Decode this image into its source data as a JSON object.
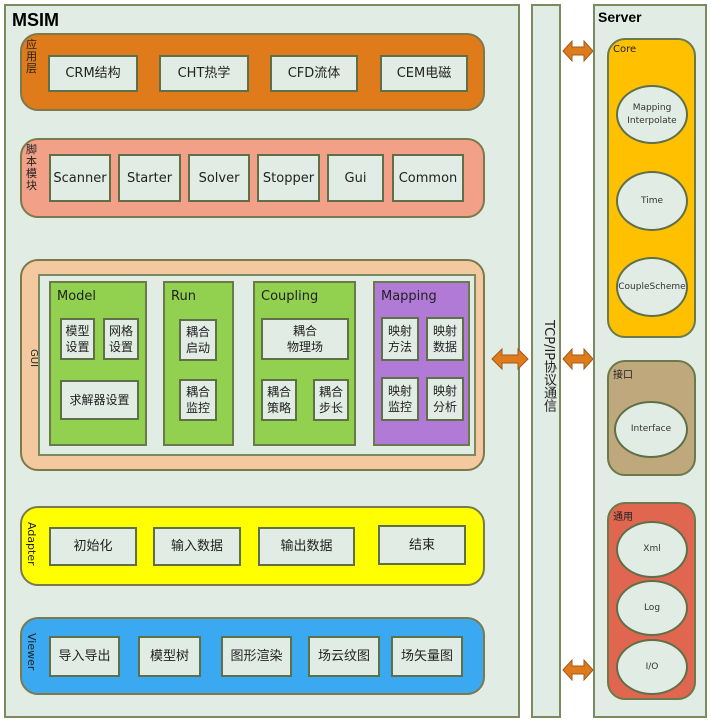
{
  "msim": {
    "title": "MSIM",
    "app_layer": {
      "label": "应用层",
      "items": [
        "CRM结构",
        "CHT热学",
        "CFD流体",
        "CEM电磁"
      ]
    },
    "script_layer": {
      "label": "脚本模块",
      "items": [
        "Scanner",
        "Starter",
        "Solver",
        "Stopper",
        "Gui",
        "Common"
      ]
    },
    "gui_layer": {
      "label": "GUI",
      "model": {
        "title": "Model",
        "items": [
          "模型\n设置",
          "网格\n设置",
          "求解器设置"
        ]
      },
      "run": {
        "title": "Run",
        "items": [
          "耦合\n启动",
          "耦合\n监控"
        ]
      },
      "coupling": {
        "title": "Coupling",
        "items": [
          "耦合\n物理场",
          "耦合\n策略",
          "耦合\n步长"
        ]
      },
      "mapping": {
        "title": "Mapping",
        "items": [
          "映射\n方法",
          "映射\n数据",
          "映射\n监控",
          "映射\n分析"
        ]
      }
    },
    "adapter_layer": {
      "label": "Adapter",
      "items": [
        "初始化",
        "输入数据",
        "输出数据",
        "结束"
      ]
    },
    "viewer_layer": {
      "label": "Viewer",
      "items": [
        "导入导出",
        "模型树",
        "图形渲染",
        "场云纹图",
        "场矢量图"
      ]
    }
  },
  "tcpip": {
    "label": "TCP/IP协议通信"
  },
  "server": {
    "title": "Server",
    "core": {
      "label": "Core",
      "items": [
        "Mapping\nInterpolate",
        "Time",
        "CoupleScheme"
      ]
    },
    "interface": {
      "label": "接口",
      "items": [
        "Interface"
      ]
    },
    "common": {
      "label": "通用",
      "items": [
        "Xml",
        "Log",
        "I/O"
      ]
    }
  },
  "colors": {
    "app": "#e07b1c",
    "script": "#f2a088",
    "gui_outer": "#f4c9a0",
    "green": "#92d050",
    "purple": "#b07ad6",
    "adapter": "#ffff00",
    "viewer": "#3aa9f2",
    "core": "#ffc000",
    "interface": "#bfa87c",
    "common": "#e06650",
    "arrow": "#e07b1c"
  }
}
